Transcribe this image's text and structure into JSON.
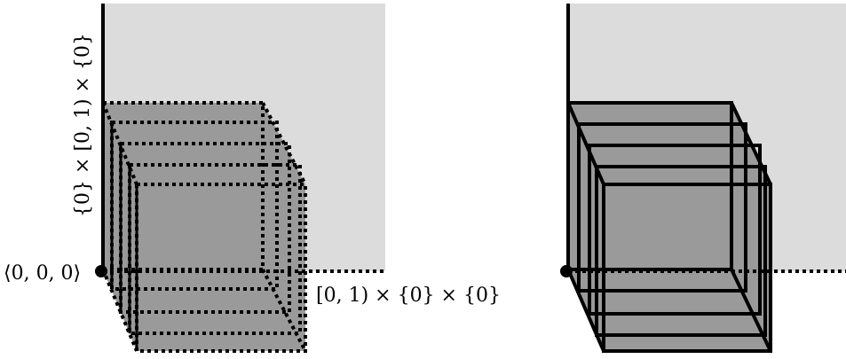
{
  "labels": {
    "origin": "⟨0, 0, 0⟩",
    "x_axis": "[0, 1) × {0} × {0}",
    "y_axis": "{0} × [0, 1) × {0}"
  },
  "colors": {
    "plane": "#dcdcdc",
    "cube_face": "#9a9a9a",
    "line": "#000000"
  },
  "figures": [
    {
      "name": "left-figure",
      "edge_style": "dotted"
    },
    {
      "name": "right-figure",
      "edge_style": "solid"
    }
  ]
}
